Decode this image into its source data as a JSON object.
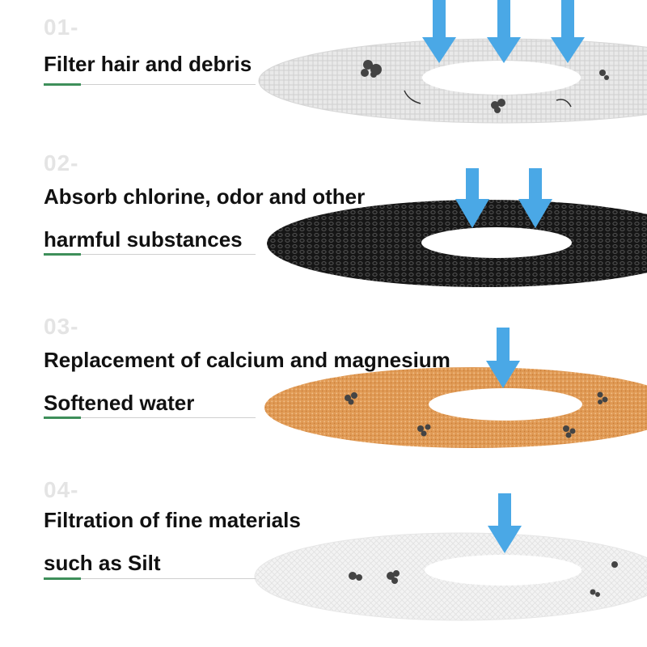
{
  "colors": {
    "accent": "#3e8f5a",
    "arrow": "#4aa8e6",
    "number": "#e4e4e4"
  },
  "layers": [
    {
      "number": "01-",
      "lines": [
        "Filter hair and debris"
      ],
      "filter": "white-mesh-disc"
    },
    {
      "number": "02-",
      "lines": [
        "Absorb chlorine, odor and other",
        "harmful substances"
      ],
      "filter": "black-carbon-disc"
    },
    {
      "number": "03-",
      "lines": [
        "Replacement of calcium and magnesium",
        "Softened water"
      ],
      "filter": "orange-resin-disc"
    },
    {
      "number": "04-",
      "lines": [
        "Filtration of fine materials",
        "such as Silt"
      ],
      "filter": "white-fine-disc"
    }
  ]
}
